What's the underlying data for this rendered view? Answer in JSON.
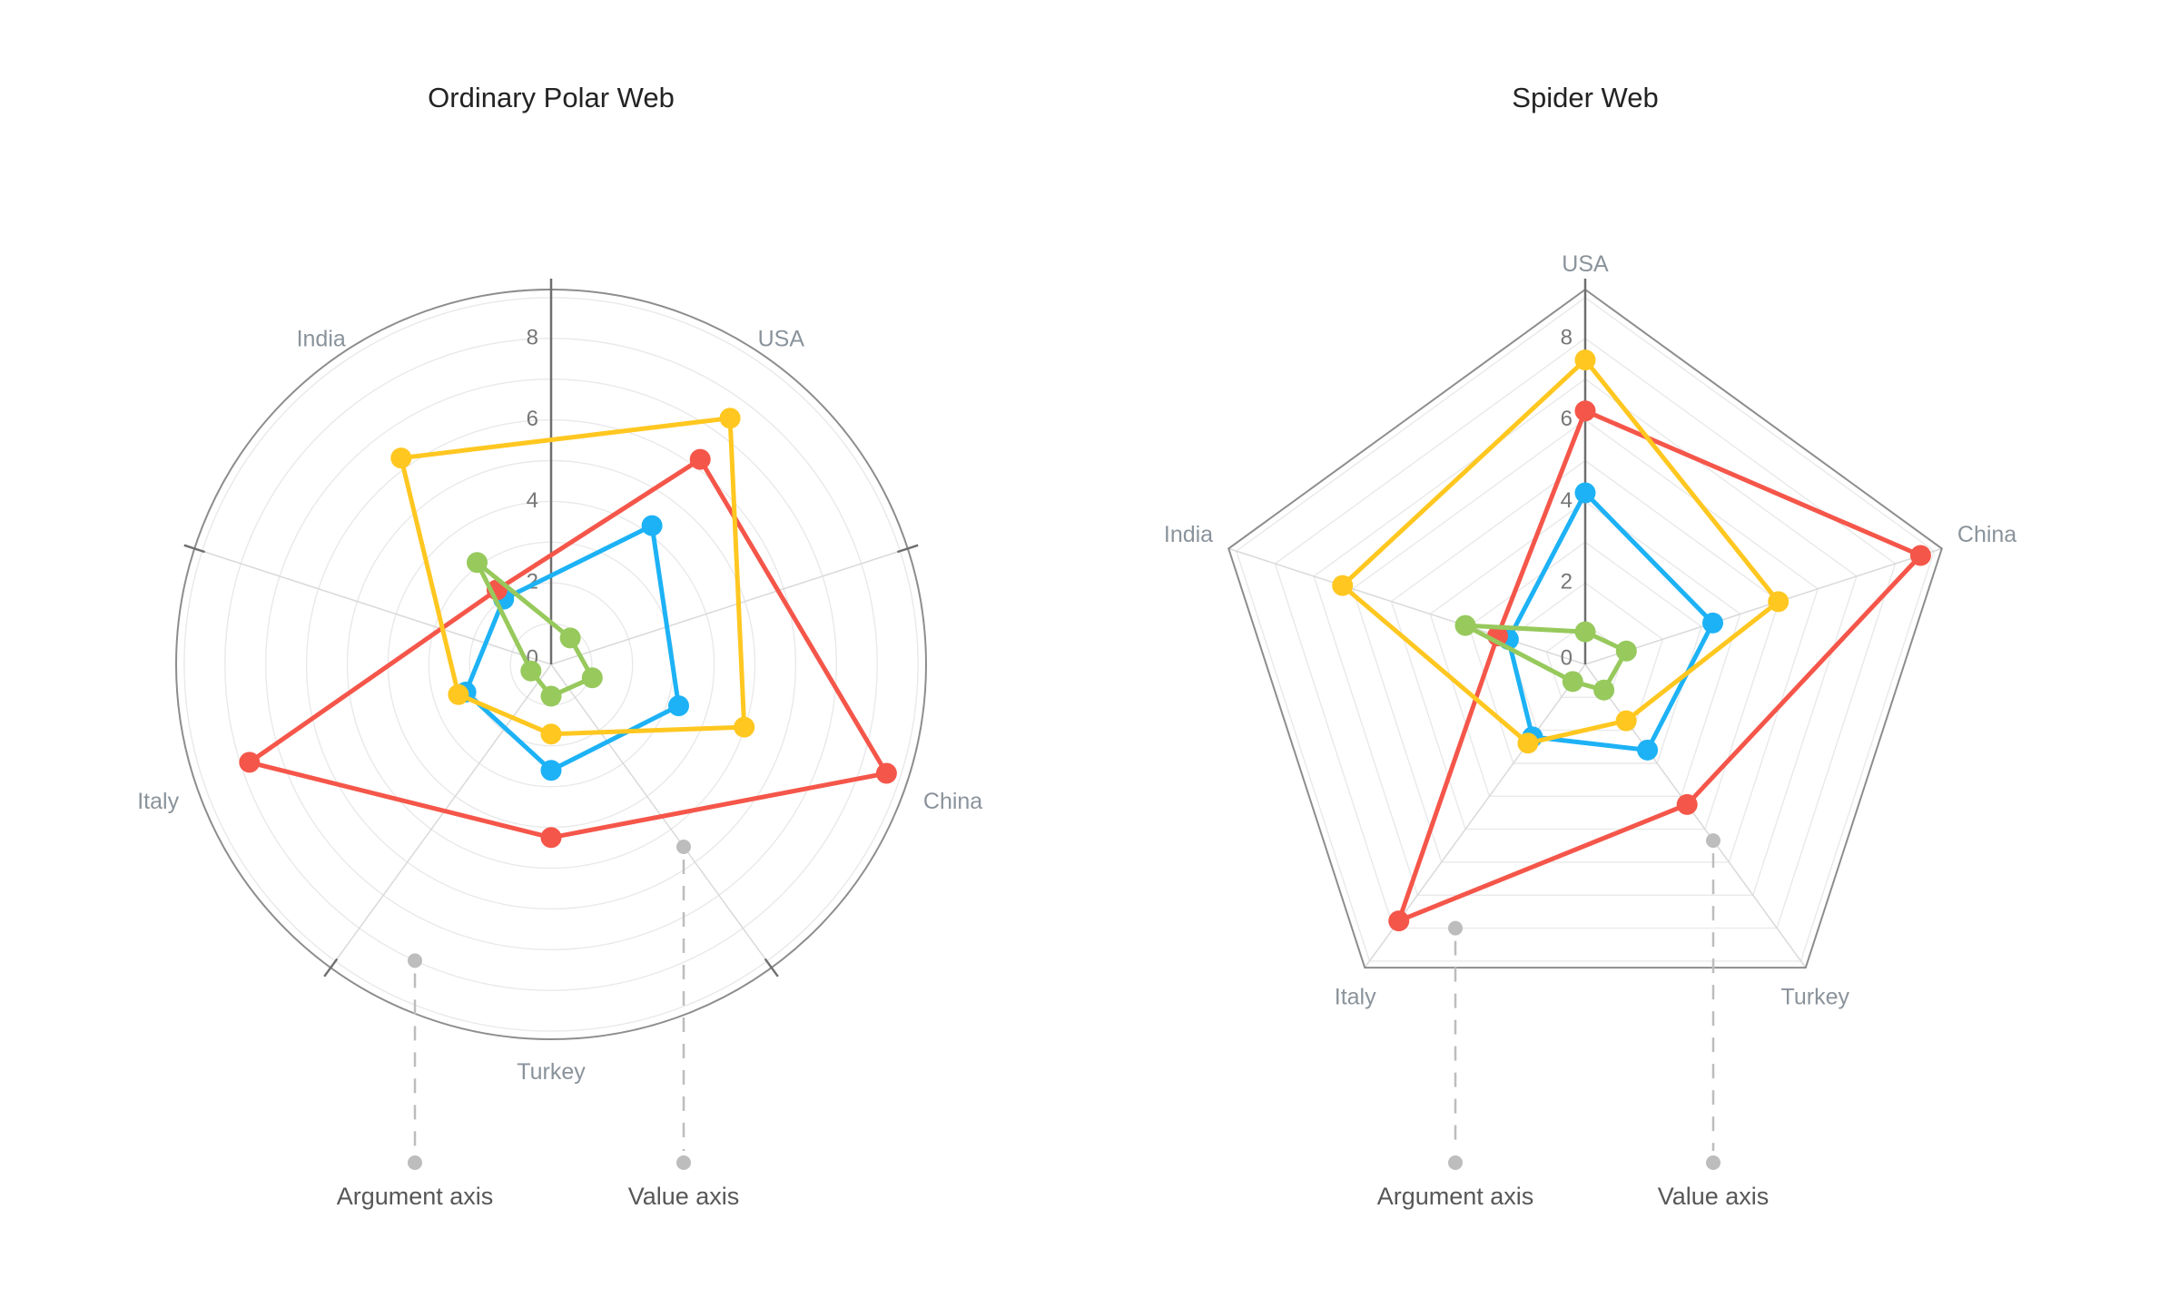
{
  "page": {
    "background": "#ffffff"
  },
  "charts": [
    {
      "title": "Ordinary Polar Web",
      "annotations": [
        {
          "label": "Argument axis"
        },
        {
          "label": "Value axis"
        }
      ]
    },
    {
      "title": "Spider Web",
      "annotations": [
        {
          "label": "Argument axis"
        },
        {
          "label": "Value axis"
        }
      ]
    }
  ],
  "colors": {
    "ring_gridline": "#e9e9e9",
    "radial_gridline": "#d9d9d9",
    "outer_boundary": "#8d8d8d",
    "value_axis_line": "#6e6e6e",
    "tick_mark": "#6e6e6e",
    "tick_label": "#767676",
    "category_label": "#8a939b",
    "annotation": "#bdbdbd",
    "annotation_text": "#575757",
    "title_text": "#232323"
  },
  "chart_data": [
    {
      "type": "radar",
      "variant": "ordinary-polar-web",
      "title": "Ordinary Polar Web",
      "categories": [
        "USA",
        "China",
        "Turkey",
        "Italy",
        "India"
      ],
      "category_angles_deg": [
        36,
        108,
        180,
        252,
        324
      ],
      "grid_radial_angles_deg": [
        0,
        72,
        144,
        216,
        288
      ],
      "series": [
        {
          "name": "series-blue",
          "color": "#1db2f5",
          "values": [
            4.21,
            3.29,
            2.6,
            2.2,
            1.98
          ]
        },
        {
          "name": "series-red",
          "color": "#f5564a",
          "values": [
            6.22,
            8.65,
            4.25,
            7.78,
            2.26
          ]
        },
        {
          "name": "series-green",
          "color": "#97c95c",
          "values": [
            0.8,
            1.06,
            0.78,
            0.52,
            3.09
          ]
        },
        {
          "name": "series-yellow",
          "color": "#ffc720",
          "values": [
            7.47,
            4.98,
            1.71,
            2.39,
            6.26
          ]
        }
      ],
      "value_axis": {
        "ticks": [
          0,
          2,
          4,
          6,
          8
        ],
        "minor_rings": [
          1,
          3,
          5,
          7,
          9
        ],
        "max": 9.2
      },
      "legend": "none",
      "annotations": [
        "Argument axis",
        "Value axis"
      ]
    },
    {
      "type": "radar",
      "variant": "spider-web",
      "title": "Spider Web",
      "categories": [
        "USA",
        "China",
        "Turkey",
        "Italy",
        "India"
      ],
      "category_angles_deg": [
        0,
        72,
        144,
        216,
        288
      ],
      "grid_radial_angles_deg": [
        0,
        72,
        144,
        216,
        288
      ],
      "series": [
        {
          "name": "series-blue",
          "color": "#1db2f5",
          "values": [
            4.21,
            3.29,
            2.6,
            2.2,
            1.98
          ]
        },
        {
          "name": "series-red",
          "color": "#f5564a",
          "values": [
            6.22,
            8.65,
            4.25,
            7.78,
            2.26
          ]
        },
        {
          "name": "series-green",
          "color": "#97c95c",
          "values": [
            0.8,
            1.06,
            0.78,
            0.52,
            3.09
          ]
        },
        {
          "name": "series-yellow",
          "color": "#ffc720",
          "values": [
            7.47,
            4.98,
            1.71,
            2.39,
            6.26
          ]
        }
      ],
      "value_axis": {
        "ticks": [
          0,
          2,
          4,
          6,
          8
        ],
        "minor_rings": [
          1,
          3,
          5,
          7,
          9
        ],
        "max": 9.2
      },
      "legend": "none",
      "annotations": [
        "Argument axis",
        "Value axis"
      ]
    }
  ]
}
